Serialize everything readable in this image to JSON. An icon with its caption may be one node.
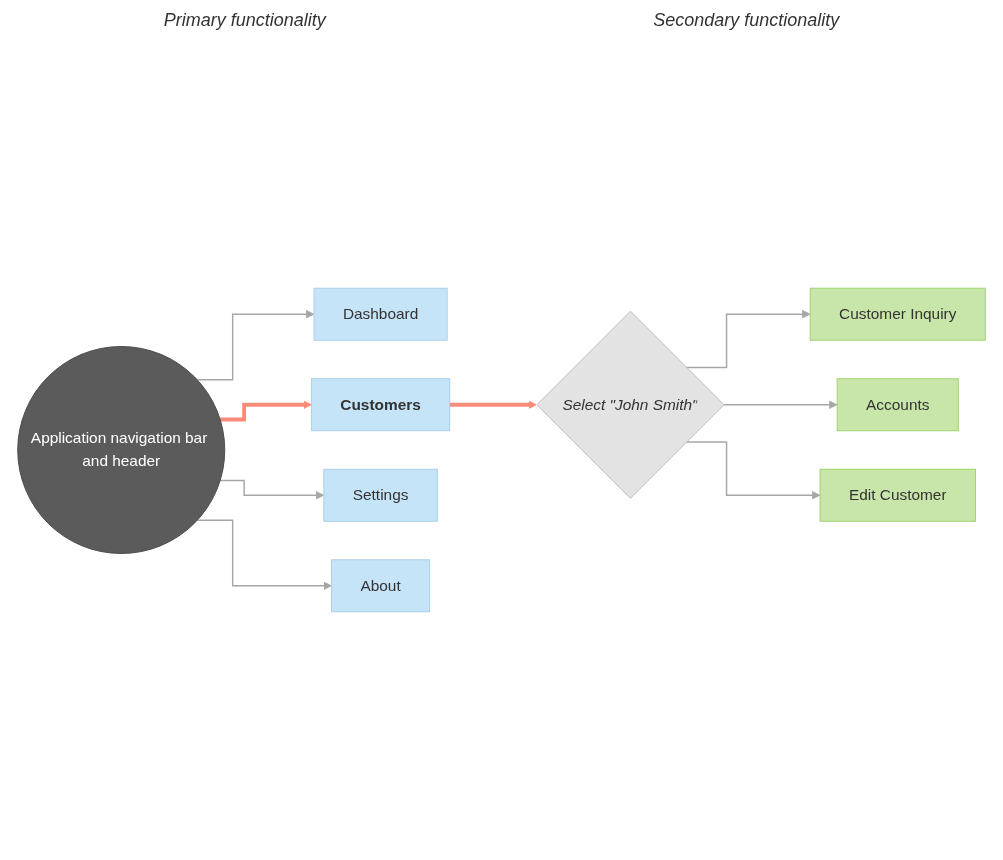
{
  "diagram": {
    "nodes": [
      {
        "text": [
          "Application navigation bar and header"
        ]
      },
      {
        "text": [
          "Dashboard"
        ]
      },
      {
        "text": [
          "Customers"
        ]
      },
      {
        "text": [
          "Settings"
        ]
      },
      {
        "text": [
          "About"
        ]
      },
      {
        "text": [
          "Select \"John Smith\""
        ]
      },
      {
        "text": [
          "Customer Inquiry"
        ]
      },
      {
        "text": [
          "Accounts"
        ]
      },
      {
        "text": [
          "Edit Customer"
        ]
      }
    ],
    "edges": [
      {
        "from": 0,
        "to": 1,
        "arrow": "to"
      },
      {
        "from": 0,
        "to": 2,
        "arrow": "to",
        "style": "thick",
        "color": "#f98b7b"
      },
      {
        "from": 0,
        "to": 3,
        "arrow": "to"
      },
      {
        "from": 0,
        "to": 4,
        "arrow": "to"
      },
      {
        "from": 2,
        "to": 5,
        "arrow": "to",
        "style": "thick",
        "color": "#f98b7b"
      },
      {
        "from": 5,
        "to": 6,
        "arrow": "to"
      },
      {
        "from": 5,
        "to": 7,
        "arrow": "to"
      },
      {
        "from": 5,
        "to": 8,
        "arrow": "to"
      }
    ],
    "labels": [
      "Primary functionality",
      "Secondary functionality"
    ]
  }
}
